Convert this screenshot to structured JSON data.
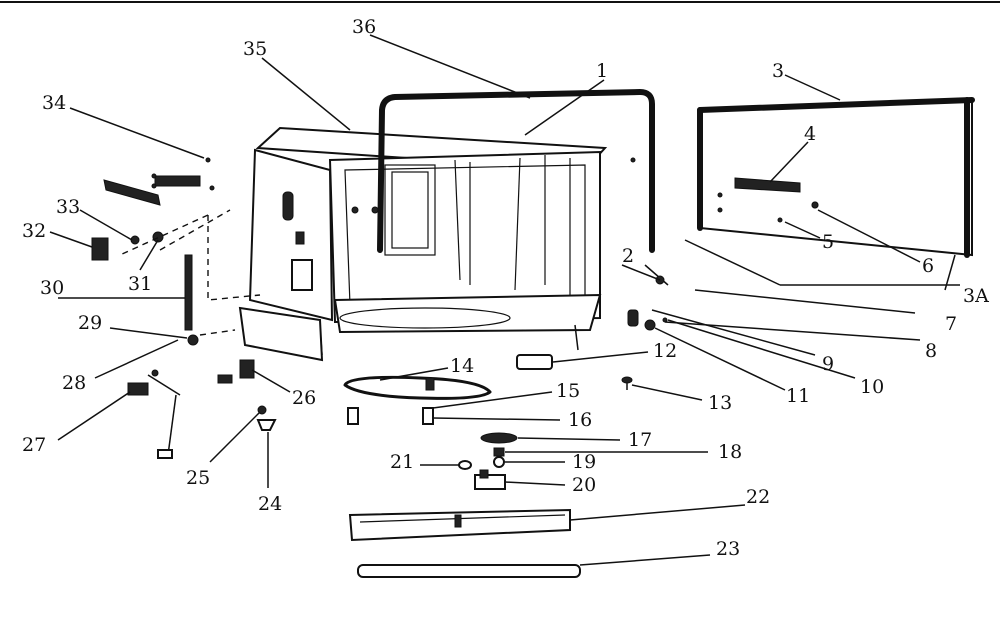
{
  "diagram": {
    "callouts": [
      "1",
      "2",
      "3",
      "3A",
      "4",
      "5",
      "6",
      "7",
      "8",
      "9",
      "10",
      "11",
      "12",
      "13",
      "14",
      "15",
      "16",
      "17",
      "18",
      "19",
      "20",
      "21",
      "22",
      "23",
      "24",
      "25",
      "26",
      "27",
      "28",
      "29",
      "30",
      "31",
      "32",
      "33",
      "34",
      "35",
      "36"
    ]
  }
}
